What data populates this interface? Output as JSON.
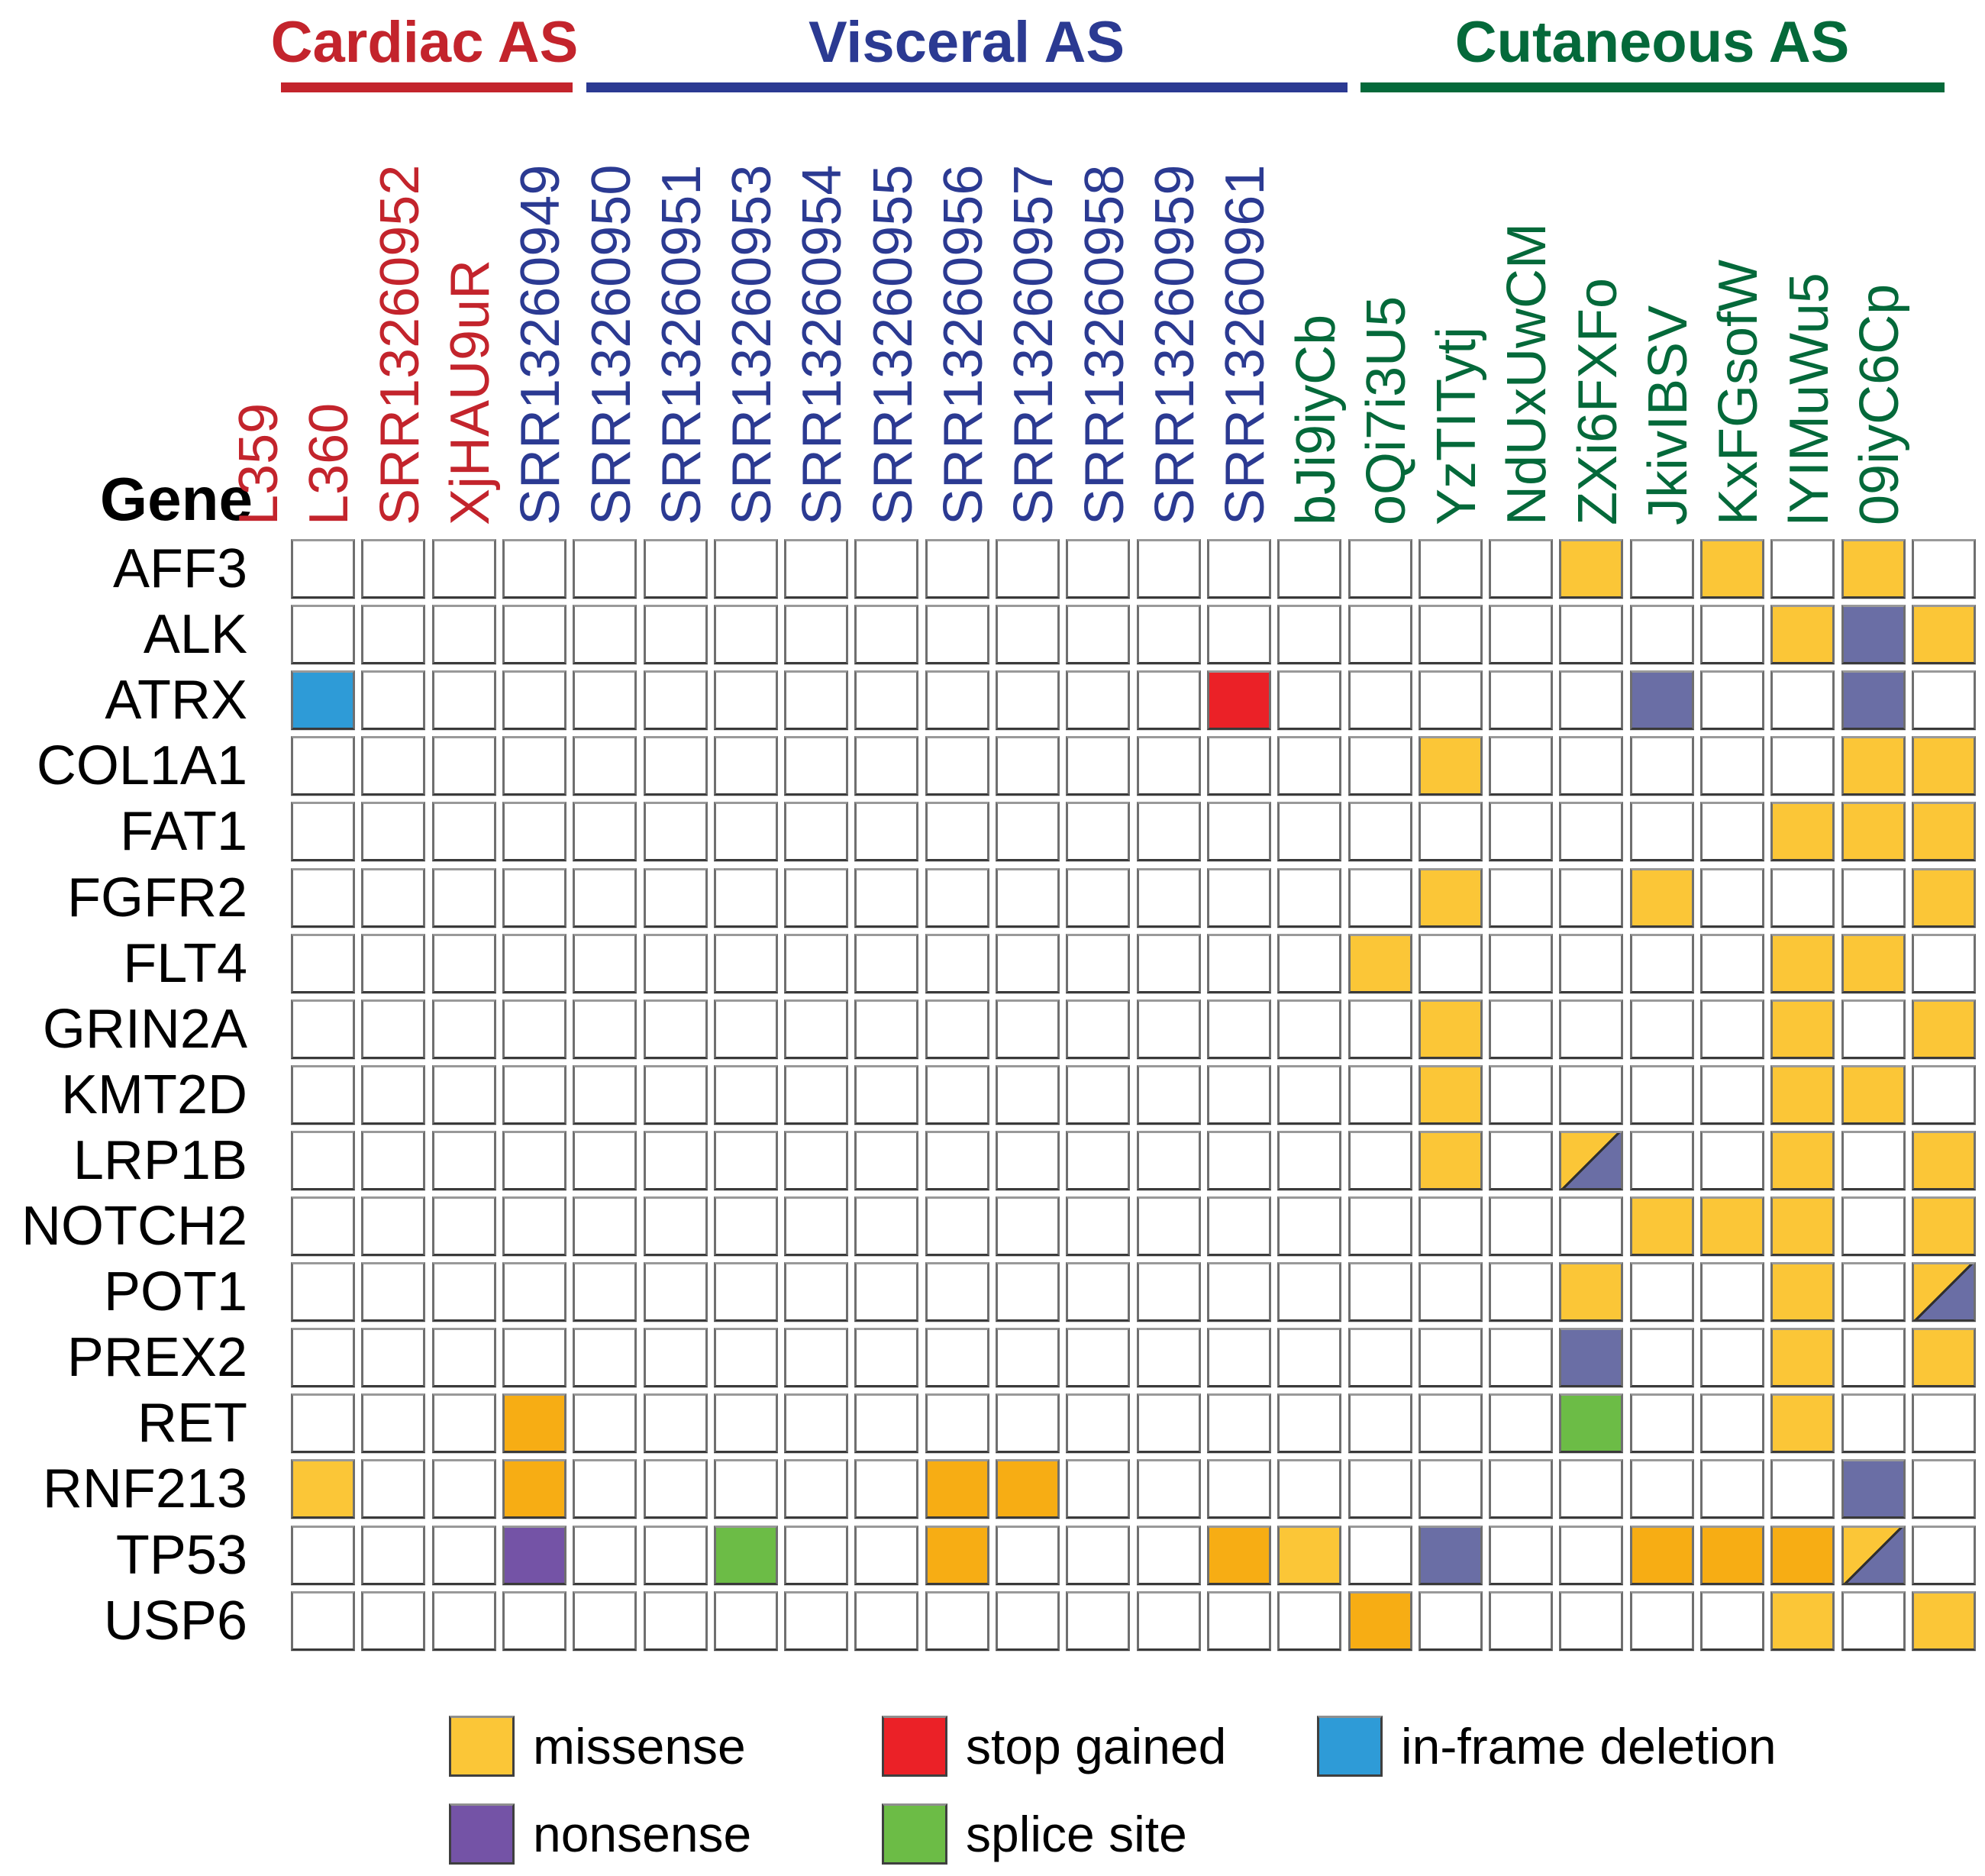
{
  "chart_data": {
    "type": "heatmap",
    "title": "",
    "row_axis_label": "Gene",
    "rows": [
      "AFF3",
      "ALK",
      "ATRX",
      "COL1A1",
      "FAT1",
      "FGFR2",
      "FLT4",
      "GRIN2A",
      "KMT2D",
      "LRP1B",
      "NOTCH2",
      "POT1",
      "PREX2",
      "RET",
      "RNF213",
      "TP53",
      "USP6"
    ],
    "column_groups": [
      {
        "label": "Cardiac AS",
        "color": "#C3242C",
        "samples": [
          "L359",
          "L360",
          "SRR13260952",
          "XjHAU9uR"
        ]
      },
      {
        "label": "Visceral AS",
        "color": "#2B3A92",
        "samples": [
          "SRR13260949",
          "SRR13260950",
          "SRR13260951",
          "SRR13260953",
          "SRR13260954",
          "SRR13260955",
          "SRR13260956",
          "SRR13260957",
          "SRR13260958",
          "SRR13260959",
          "SRR13260961"
        ]
      },
      {
        "label": "Cutaneous AS",
        "color": "#04693A",
        "samples": [
          "bJi9iyCb",
          "oQi7i3U5",
          "YzTITytj",
          "NdUxUwCM",
          "ZXi6FXFo",
          "JkivIBSV",
          "KxFGsofW",
          "lYIMuWu5",
          "09iyC6Cp"
        ]
      }
    ],
    "palette": {
      "missense": "#FBC637",
      "missense_dark": "#F7AD14",
      "stop_gained": "#EB2127",
      "inframe_deletion": "#2E9BD7",
      "nonsense": "#7453A6",
      "nonsense_muted": "#6A6EA5",
      "splice_site": "#6CBC46",
      "empty": "#FFFFFF",
      "grid_border": "#6f6f6f"
    },
    "legend": [
      {
        "label": "missense",
        "type": "missense"
      },
      {
        "label": "stop gained",
        "type": "stop_gained"
      },
      {
        "label": "in-frame deletion",
        "type": "inframe_deletion"
      },
      {
        "label": "nonsense",
        "type": "nonsense"
      },
      {
        "label": "splice site",
        "type": "splice_site"
      }
    ],
    "cells": [
      {
        "gene": "AFF3",
        "sample": "NdUxUwCM",
        "types": [
          "missense"
        ]
      },
      {
        "gene": "AFF3",
        "sample": "JkivIBSV",
        "types": [
          "missense"
        ]
      },
      {
        "gene": "AFF3",
        "sample": "lYIMuWu5",
        "types": [
          "missense"
        ]
      },
      {
        "gene": "ALK",
        "sample": "KxFGsofW",
        "types": [
          "missense"
        ]
      },
      {
        "gene": "ALK",
        "sample": "lYIMuWu5",
        "types": [
          "nonsense_muted"
        ]
      },
      {
        "gene": "ALK",
        "sample": "09iyC6Cp",
        "types": [
          "missense"
        ]
      },
      {
        "gene": "ATRX",
        "sample": "L359",
        "types": [
          "inframe_deletion"
        ]
      },
      {
        "gene": "ATRX",
        "sample": "SRR13260959",
        "types": [
          "stop_gained"
        ]
      },
      {
        "gene": "ATRX",
        "sample": "ZXi6FXFo",
        "types": [
          "nonsense_muted"
        ]
      },
      {
        "gene": "ATRX",
        "sample": "lYIMuWu5",
        "types": [
          "nonsense_muted"
        ]
      },
      {
        "gene": "COL1A1",
        "sample": "oQi7i3U5",
        "types": [
          "missense"
        ]
      },
      {
        "gene": "COL1A1",
        "sample": "lYIMuWu5",
        "types": [
          "missense"
        ]
      },
      {
        "gene": "COL1A1",
        "sample": "09iyC6Cp",
        "types": [
          "missense"
        ]
      },
      {
        "gene": "FAT1",
        "sample": "KxFGsofW",
        "types": [
          "missense"
        ]
      },
      {
        "gene": "FAT1",
        "sample": "lYIMuWu5",
        "types": [
          "missense"
        ]
      },
      {
        "gene": "FAT1",
        "sample": "09iyC6Cp",
        "types": [
          "missense"
        ]
      },
      {
        "gene": "FGFR2",
        "sample": "oQi7i3U5",
        "types": [
          "missense"
        ]
      },
      {
        "gene": "FGFR2",
        "sample": "ZXi6FXFo",
        "types": [
          "missense"
        ]
      },
      {
        "gene": "FGFR2",
        "sample": "09iyC6Cp",
        "types": [
          "missense"
        ]
      },
      {
        "gene": "FLT4",
        "sample": "bJi9iyCb",
        "types": [
          "missense"
        ]
      },
      {
        "gene": "FLT4",
        "sample": "KxFGsofW",
        "types": [
          "missense"
        ]
      },
      {
        "gene": "FLT4",
        "sample": "lYIMuWu5",
        "types": [
          "missense"
        ]
      },
      {
        "gene": "GRIN2A",
        "sample": "oQi7i3U5",
        "types": [
          "missense"
        ]
      },
      {
        "gene": "GRIN2A",
        "sample": "KxFGsofW",
        "types": [
          "missense"
        ]
      },
      {
        "gene": "GRIN2A",
        "sample": "09iyC6Cp",
        "types": [
          "missense"
        ]
      },
      {
        "gene": "KMT2D",
        "sample": "oQi7i3U5",
        "types": [
          "missense"
        ]
      },
      {
        "gene": "KMT2D",
        "sample": "KxFGsofW",
        "types": [
          "missense"
        ]
      },
      {
        "gene": "KMT2D",
        "sample": "lYIMuWu5",
        "types": [
          "missense"
        ]
      },
      {
        "gene": "LRP1B",
        "sample": "oQi7i3U5",
        "types": [
          "missense"
        ]
      },
      {
        "gene": "LRP1B",
        "sample": "NdUxUwCM",
        "types": [
          "missense",
          "nonsense_muted"
        ]
      },
      {
        "gene": "LRP1B",
        "sample": "KxFGsofW",
        "types": [
          "missense"
        ]
      },
      {
        "gene": "LRP1B",
        "sample": "09iyC6Cp",
        "types": [
          "missense"
        ]
      },
      {
        "gene": "NOTCH2",
        "sample": "ZXi6FXFo",
        "types": [
          "missense"
        ]
      },
      {
        "gene": "NOTCH2",
        "sample": "JkivIBSV",
        "types": [
          "missense"
        ]
      },
      {
        "gene": "NOTCH2",
        "sample": "KxFGsofW",
        "types": [
          "missense"
        ]
      },
      {
        "gene": "NOTCH2",
        "sample": "09iyC6Cp",
        "types": [
          "missense"
        ]
      },
      {
        "gene": "POT1",
        "sample": "NdUxUwCM",
        "types": [
          "missense"
        ]
      },
      {
        "gene": "POT1",
        "sample": "KxFGsofW",
        "types": [
          "missense"
        ]
      },
      {
        "gene": "POT1",
        "sample": "09iyC6Cp",
        "types": [
          "missense",
          "nonsense_muted"
        ]
      },
      {
        "gene": "PREX2",
        "sample": "NdUxUwCM",
        "types": [
          "nonsense_muted"
        ]
      },
      {
        "gene": "PREX2",
        "sample": "KxFGsofW",
        "types": [
          "missense"
        ]
      },
      {
        "gene": "PREX2",
        "sample": "09iyC6Cp",
        "types": [
          "missense"
        ]
      },
      {
        "gene": "RET",
        "sample": "XjHAU9uR",
        "types": [
          "missense_dark"
        ]
      },
      {
        "gene": "RET",
        "sample": "NdUxUwCM",
        "types": [
          "splice_site"
        ]
      },
      {
        "gene": "RET",
        "sample": "KxFGsofW",
        "types": [
          "missense"
        ]
      },
      {
        "gene": "RNF213",
        "sample": "L359",
        "types": [
          "missense"
        ]
      },
      {
        "gene": "RNF213",
        "sample": "XjHAU9uR",
        "types": [
          "missense_dark"
        ]
      },
      {
        "gene": "RNF213",
        "sample": "SRR13260955",
        "types": [
          "missense_dark"
        ]
      },
      {
        "gene": "RNF213",
        "sample": "SRR13260956",
        "types": [
          "missense_dark"
        ]
      },
      {
        "gene": "RNF213",
        "sample": "lYIMuWu5",
        "types": [
          "nonsense_muted"
        ]
      },
      {
        "gene": "TP53",
        "sample": "XjHAU9uR",
        "types": [
          "nonsense"
        ]
      },
      {
        "gene": "TP53",
        "sample": "SRR13260951",
        "types": [
          "splice_site"
        ]
      },
      {
        "gene": "TP53",
        "sample": "SRR13260955",
        "types": [
          "missense_dark"
        ]
      },
      {
        "gene": "TP53",
        "sample": "SRR13260959",
        "types": [
          "missense_dark"
        ]
      },
      {
        "gene": "TP53",
        "sample": "SRR13260961",
        "types": [
          "missense"
        ]
      },
      {
        "gene": "TP53",
        "sample": "oQi7i3U5",
        "types": [
          "nonsense_muted"
        ]
      },
      {
        "gene": "TP53",
        "sample": "ZXi6FXFo",
        "types": [
          "missense_dark"
        ]
      },
      {
        "gene": "TP53",
        "sample": "JkivIBSV",
        "types": [
          "missense_dark"
        ]
      },
      {
        "gene": "TP53",
        "sample": "KxFGsofW",
        "types": [
          "missense_dark"
        ]
      },
      {
        "gene": "TP53",
        "sample": "lYIMuWu5",
        "types": [
          "missense",
          "nonsense_muted"
        ]
      },
      {
        "gene": "USP6",
        "sample": "bJi9iyCb",
        "types": [
          "missense_dark"
        ]
      },
      {
        "gene": "USP6",
        "sample": "KxFGsofW",
        "types": [
          "missense"
        ]
      },
      {
        "gene": "USP6",
        "sample": "09iyC6Cp",
        "types": [
          "missense"
        ]
      }
    ]
  }
}
